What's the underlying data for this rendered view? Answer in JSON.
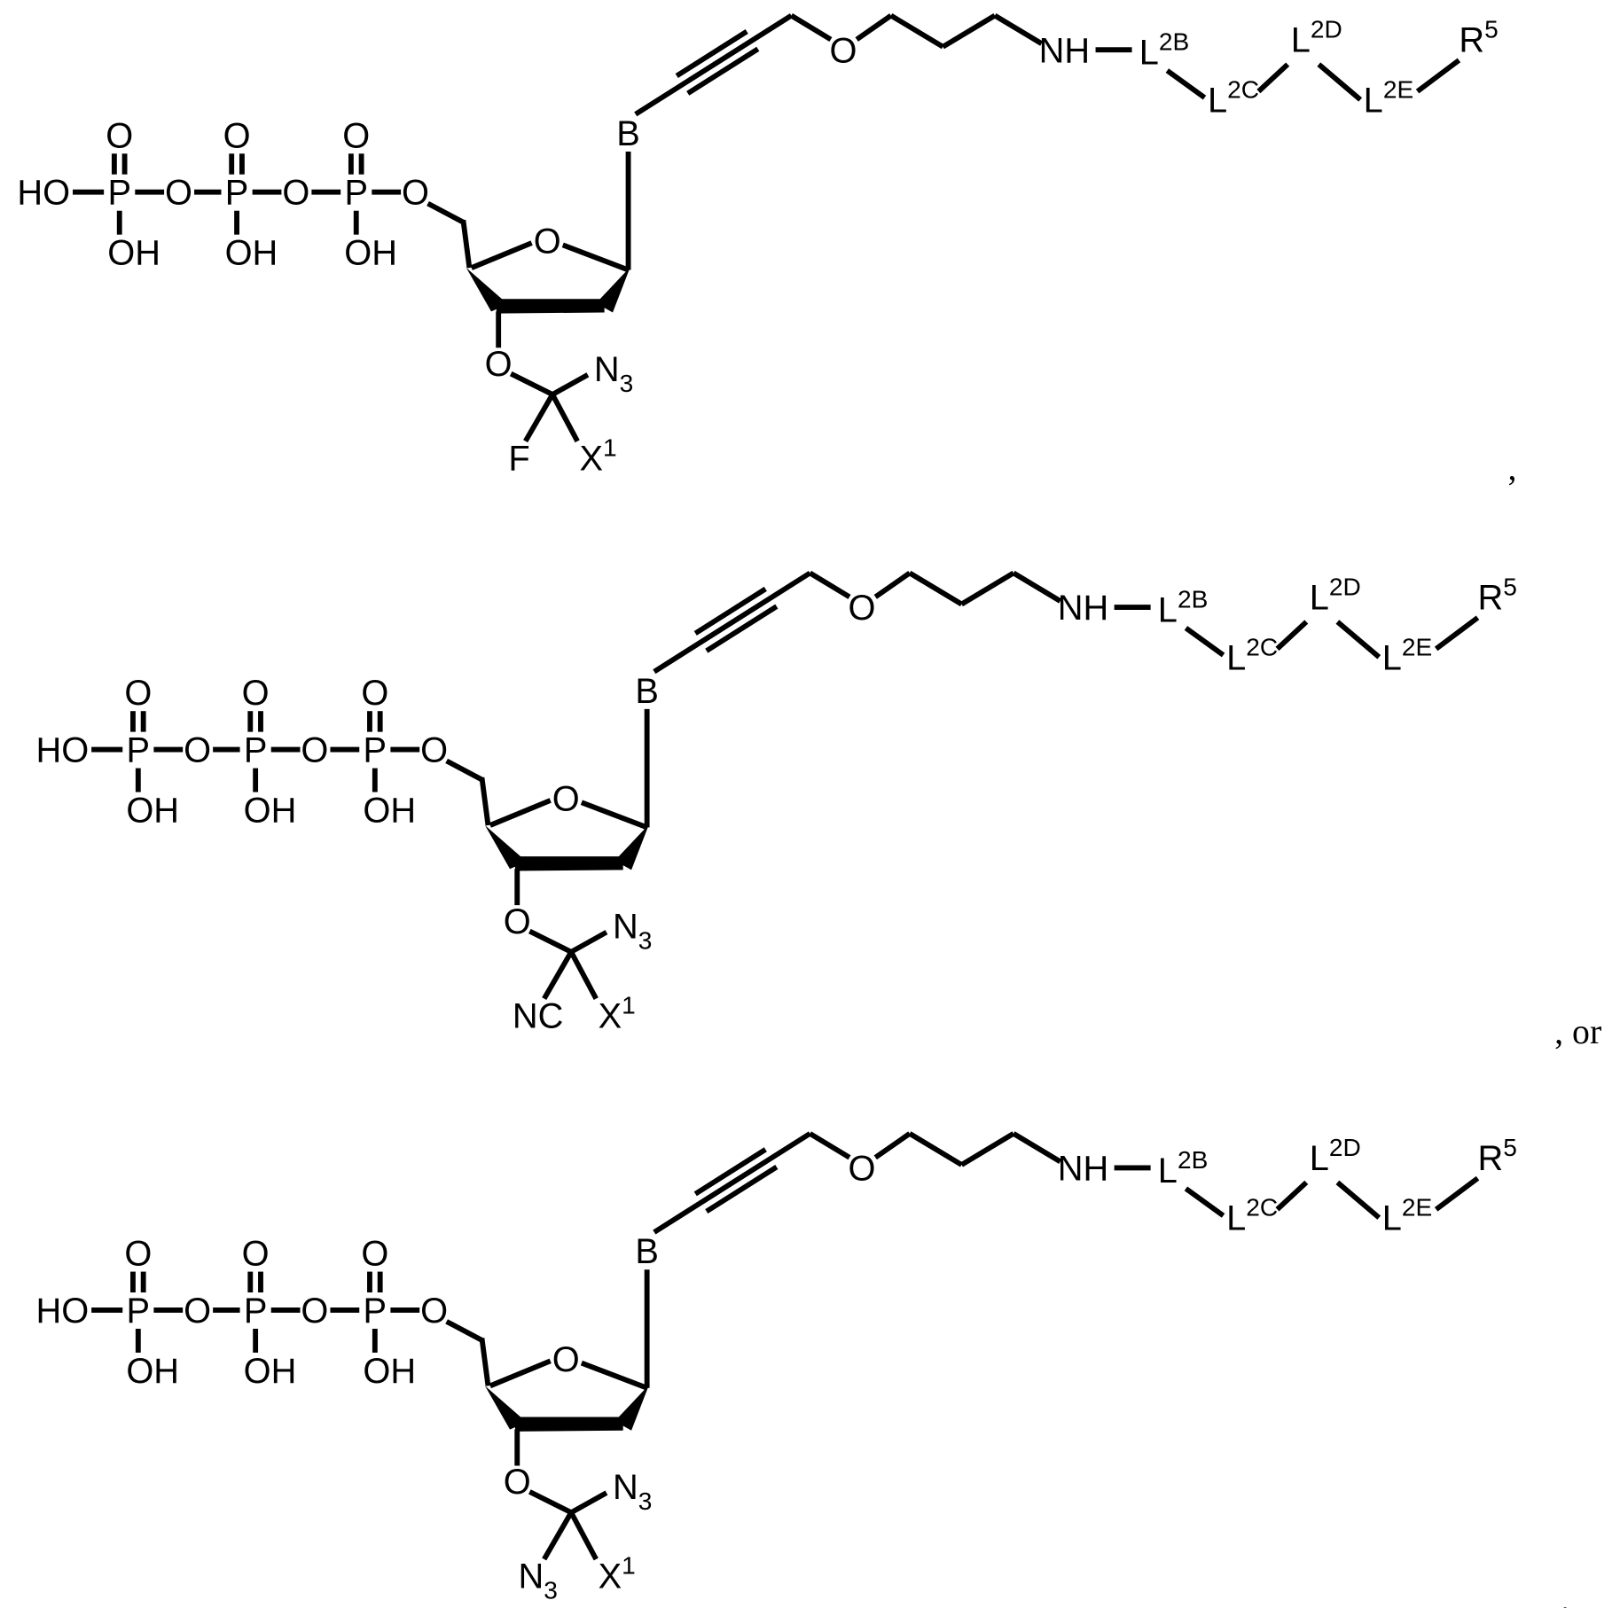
{
  "labels": {
    "ho": "HO",
    "p": "P",
    "o": "O",
    "oh": "OH",
    "base": "B",
    "nh": "NH",
    "l": "L",
    "l2b": "2B",
    "l2c": "2C",
    "l2d": "2D",
    "l2e": "2E",
    "r": "R",
    "r_sup": "5",
    "n": "N",
    "n3_sub": "3",
    "x": "X",
    "x_sup": "1"
  },
  "structures": [
    {
      "bottom_left": {
        "main": "F",
        "sub": ""
      }
    },
    {
      "bottom_left": {
        "main": "NC",
        "sub": ""
      }
    },
    {
      "bottom_left": {
        "main": "N",
        "sub": "3"
      }
    }
  ],
  "separators": [
    ",",
    ", or",
    "."
  ]
}
